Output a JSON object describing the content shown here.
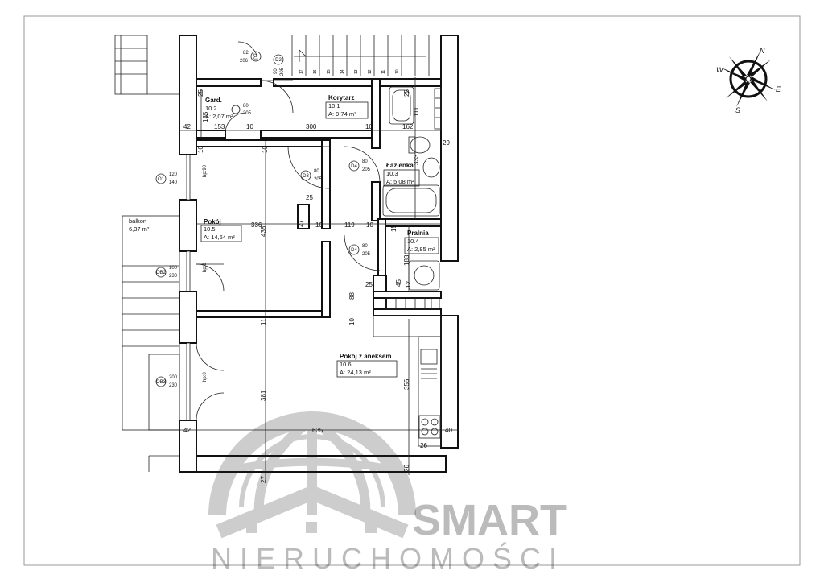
{
  "rooms": [
    {
      "name": "Korytarz",
      "number": "10.1",
      "area": "A: 9,74 m²"
    },
    {
      "name": "Gard.",
      "number": "10.2",
      "area": "A: 2,07 m²"
    },
    {
      "name": "Łazienka",
      "number": "10.3",
      "area": "A: 5,08 m²"
    },
    {
      "name": "Pralnia",
      "number": "10.4",
      "area": "A: 2,85 m²"
    },
    {
      "name": "Pokój",
      "number": "10.5",
      "area": "A: 14,64 m²"
    },
    {
      "name": "Pokój z aneksem",
      "number": "10.6",
      "area": "A: 24,13 m²"
    }
  ],
  "balcony": {
    "name": "balkon",
    "area": "6,37 m²"
  },
  "dimensions": {
    "d42a": "42",
    "d153": "153",
    "d10a": "10",
    "d300": "300",
    "d10b": "10",
    "d162": "162",
    "d135": "135",
    "d25a": "25",
    "d10c": "10",
    "d10d": "10",
    "d29": "29",
    "d333": "333",
    "d25b": "25",
    "d25c": "25",
    "d111": "111",
    "d27a": "27",
    "d336": "336",
    "d10e": "10",
    "d119": "119",
    "d10f": "10",
    "d15": "15",
    "d438": "438",
    "d183": "183",
    "d25d": "25",
    "d45": "45",
    "d12": "12",
    "d88": "88",
    "d10g": "10",
    "d11": "11",
    "d381": "381",
    "d355": "355",
    "d635": "635",
    "d42b": "42",
    "d40": "40",
    "d26a": "26",
    "d26b": "26",
    "d27b": "27"
  },
  "doors": {
    "d7": "D7",
    "d7w": "82",
    "d7h": "206",
    "d2": "D2",
    "d2w": "90",
    "d2h": "205",
    "d5w": "80",
    "d5h": "205",
    "d3": "D3",
    "d3w": "80",
    "d3h": "205",
    "d4a": "D4",
    "d4aw": "80",
    "d4ah": "205",
    "d4b": "D4",
    "d4bw": "80",
    "d4bh": "205",
    "o1": "O1",
    "o1w": "120",
    "o1h": "140",
    "o1p": "hp:90",
    "ob2": "OB2",
    "ob2w": "100",
    "ob2h": "230",
    "ob2p": "hp:0",
    "ob3": "OB3",
    "ob3w": "200",
    "ob3h": "230",
    "ob3p": "hp:0"
  },
  "stairs_numbers": [
    "17",
    "16",
    "15",
    "14",
    "13",
    "12",
    "11",
    "10"
  ],
  "compass": {
    "n": "N",
    "e": "E",
    "s": "S",
    "w": "W"
  },
  "brand": {
    "name": "SMART",
    "tagline": "NIERUCHOMOŚCI"
  }
}
